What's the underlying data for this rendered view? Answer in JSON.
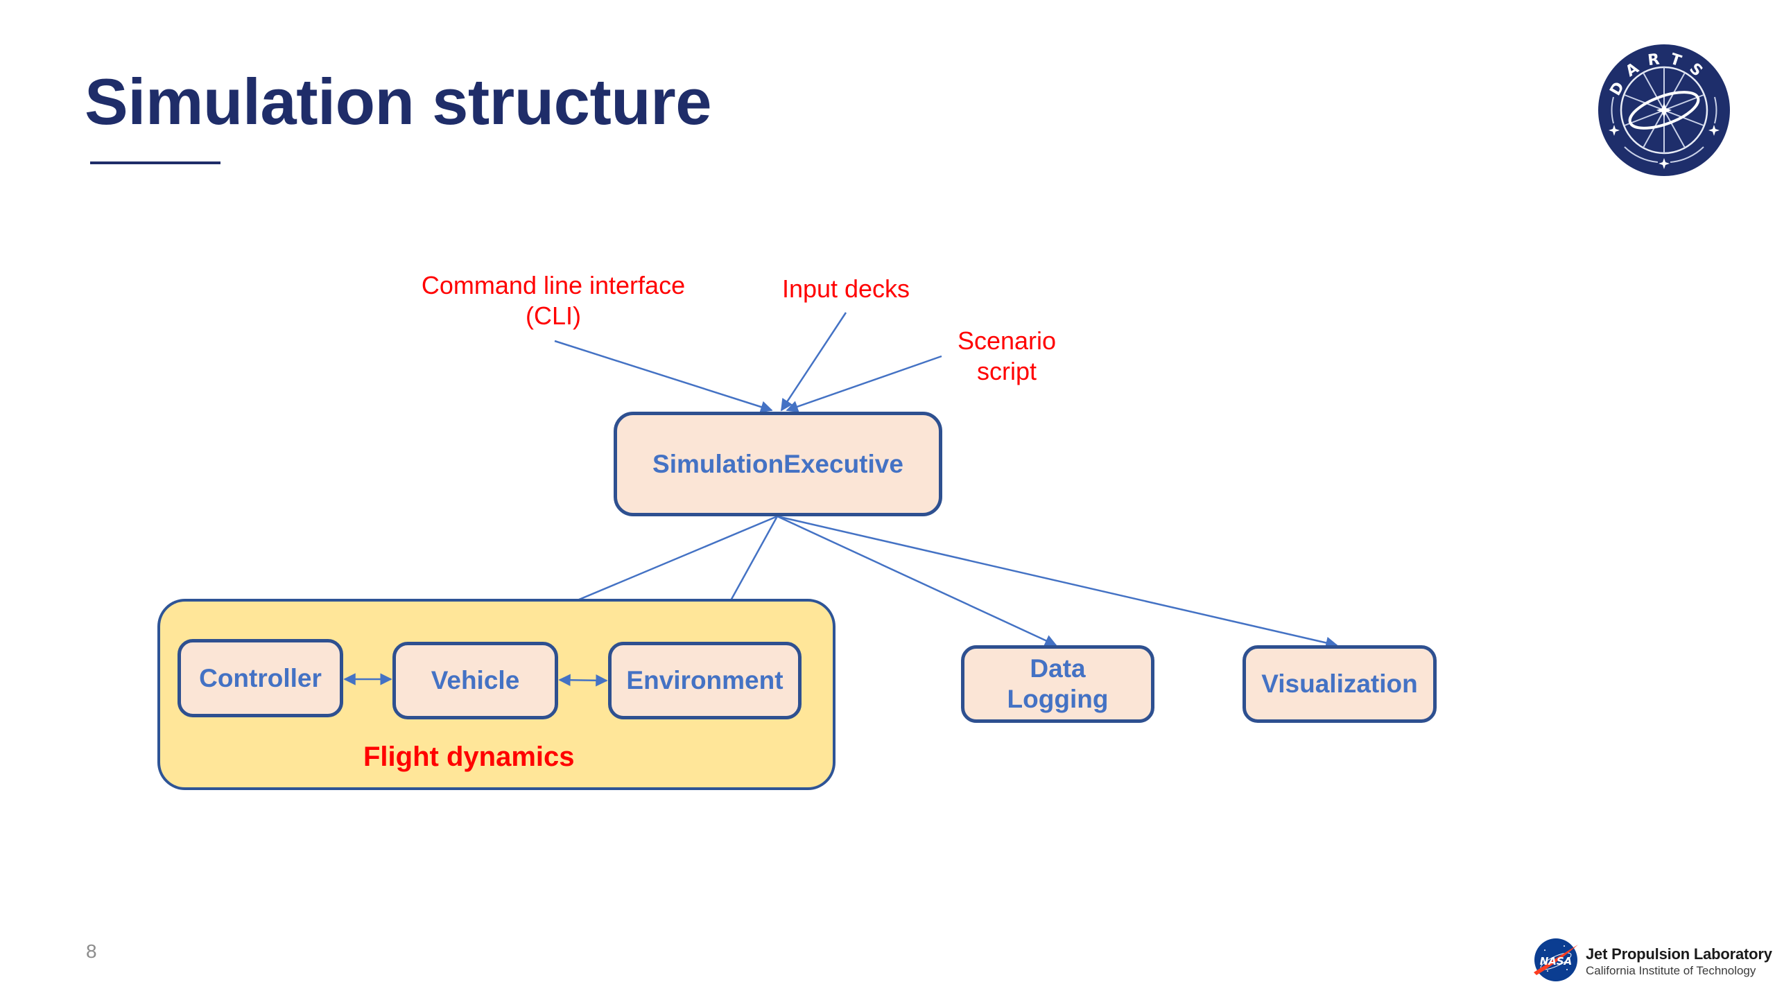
{
  "slide": {
    "title": "Simulation structure",
    "page_number": "8"
  },
  "inputs": [
    {
      "id": "cli",
      "lines": [
        "Command line interface",
        "(CLI)"
      ]
    },
    {
      "id": "input_decks",
      "lines": [
        "Input decks"
      ]
    },
    {
      "id": "scenario",
      "lines": [
        "Scenario",
        "script"
      ]
    }
  ],
  "nodes": {
    "executive": "SimulationExecutive",
    "controller": "Controller",
    "vehicle": "Vehicle",
    "environment": "Environment",
    "data_logging": "Data\nLogging",
    "visualization": "Visualization"
  },
  "group": {
    "label": "Flight dynamics"
  },
  "edges": [
    {
      "from": "Command line interface (CLI)",
      "to": "SimulationExecutive",
      "type": "directed"
    },
    {
      "from": "Input decks",
      "to": "SimulationExecutive",
      "type": "directed"
    },
    {
      "from": "Scenario script",
      "to": "SimulationExecutive",
      "type": "directed"
    },
    {
      "from": "SimulationExecutive",
      "to": "Vehicle",
      "type": "directed"
    },
    {
      "from": "SimulationExecutive",
      "to": "Environment",
      "type": "directed"
    },
    {
      "from": "SimulationExecutive",
      "to": "Data Logging",
      "type": "directed"
    },
    {
      "from": "SimulationExecutive",
      "to": "Visualization",
      "type": "directed"
    },
    {
      "from": "Controller",
      "to": "Vehicle",
      "type": "bidirectional"
    },
    {
      "from": "Vehicle",
      "to": "Environment",
      "type": "bidirectional"
    }
  ],
  "logos": {
    "darts": {
      "name": "DARTS",
      "letters": [
        "D",
        "A",
        "R",
        "T",
        "S"
      ]
    },
    "jpl": {
      "agency": "NASA",
      "name": "Jet Propulsion Laboratory",
      "subtitle": "California Institute of Technology"
    }
  },
  "colors": {
    "title": "#1f2d69",
    "label_red": "#ff0000",
    "node_text": "#4472c4",
    "node_fill": "#fbe5d6",
    "node_border": "#2e5090",
    "group_fill": "#ffe699",
    "arrow": "#4472c4"
  }
}
